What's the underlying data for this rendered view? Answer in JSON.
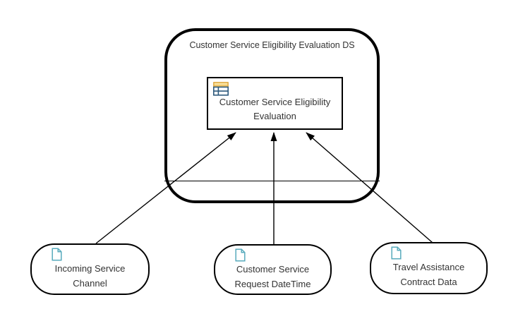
{
  "diagram": {
    "type": "dmn-decision-requirements-diagram",
    "decision_service": {
      "title": "Customer Service Eligibility Evaluation DS"
    },
    "decision": {
      "name": "Customer Service Eligibility Evaluation",
      "label_lines": [
        "Customer Service Eligibility",
        "Evaluation"
      ],
      "icon": "decision-table-icon"
    },
    "inputs": [
      {
        "name": "Incoming Service Channel",
        "label_lines": [
          "Incoming Service",
          "Channel"
        ],
        "icon": "document-icon"
      },
      {
        "name": "Customer Service Request DateTime",
        "label_lines": [
          "Customer Service",
          "Request DateTime"
        ],
        "icon": "document-icon"
      },
      {
        "name": "Travel Assistance Contract Data",
        "label_lines": [
          "Travel Assistance",
          "Contract Data"
        ],
        "icon": "document-icon"
      }
    ],
    "connectors": [
      {
        "from": "Incoming Service Channel",
        "to": "Customer Service Eligibility Evaluation",
        "style": "solid-arrow"
      },
      {
        "from": "Customer Service Request DateTime",
        "to": "Customer Service Eligibility Evaluation",
        "style": "solid-arrow"
      },
      {
        "from": "Travel Assistance Contract Data",
        "to": "Customer Service Eligibility Evaluation",
        "style": "solid-arrow"
      }
    ],
    "colors": {
      "stroke": "#000000",
      "text": "#333333",
      "document_icon_stroke": "#58ABBD",
      "table_header_fill": "#F0C466",
      "table_header_stroke": "#D99C2B",
      "table_grid_stroke": "#2E5A7D",
      "canvas_bg": "#ffffff"
    }
  }
}
